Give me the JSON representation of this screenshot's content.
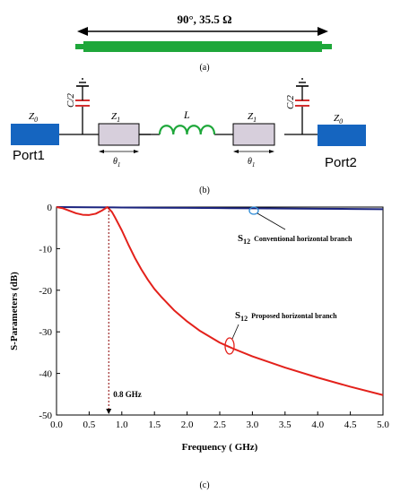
{
  "figure_a": {
    "line_label": "90°, 35.5 Ω",
    "caption": "(a)",
    "line_color": "#1ea73a"
  },
  "figure_b": {
    "caption": "(b)",
    "port1_label": "Port1",
    "port2_label": "Port2",
    "z0_label": "Z",
    "z0_sub": "0",
    "z1_label": "Z",
    "z1_sub": "1",
    "theta_label": "θ",
    "theta_sub": "1",
    "inductor_label": "L",
    "cap_label": "C/2",
    "port_color": "#1565c0",
    "inductor_color": "#1ea73a",
    "cap_color": "#d32f2f"
  },
  "figure_c": {
    "caption": "(c)",
    "annotation_conventional_s": "S",
    "annotation_conventional_sub": "12",
    "annotation_conventional": "Conventional horizontal branch",
    "annotation_proposed_s": "S",
    "annotation_proposed_sub": "12",
    "annotation_proposed": "Proposed horizontal branch",
    "marker_label": "0.8 GHz"
  },
  "chart_data": {
    "type": "line",
    "xlabel": "Frequency ( GHz)",
    "ylabel": "S-Parameters (dB)",
    "xlim": [
      0.0,
      5.0
    ],
    "ylim": [
      -50,
      0
    ],
    "xticks": [
      "0.0",
      "0.5",
      "1.0",
      "1.5",
      "2.0",
      "2.5",
      "3.0",
      "3.5",
      "4.0",
      "4.5",
      "5.0"
    ],
    "yticks": [
      "0",
      "-10",
      "-20",
      "-30",
      "-40",
      "-50"
    ],
    "grid": false,
    "series": [
      {
        "name": "S12 Conventional horizontal branch",
        "color": "#1a237e",
        "x": [
          0.0,
          0.5,
          1.0,
          1.5,
          2.0,
          2.5,
          3.0,
          3.5,
          4.0,
          4.5,
          5.0
        ],
        "y": [
          0.0,
          -0.05,
          -0.1,
          -0.15,
          -0.2,
          -0.25,
          -0.3,
          -0.35,
          -0.4,
          -0.45,
          -0.5
        ]
      },
      {
        "name": "S12 Proposed horizontal branch",
        "color": "#e3211b",
        "x": [
          0.0,
          0.1,
          0.2,
          0.3,
          0.4,
          0.5,
          0.6,
          0.7,
          0.78,
          0.85,
          0.9,
          1.0,
          1.1,
          1.2,
          1.3,
          1.4,
          1.5,
          1.6,
          1.8,
          2.0,
          2.2,
          2.5,
          2.7,
          3.0,
          3.5,
          4.0,
          4.5,
          5.0
        ],
        "y": [
          0.0,
          -0.3,
          -0.9,
          -1.5,
          -1.85,
          -1.9,
          -1.6,
          -0.8,
          0.0,
          -1.2,
          -2.6,
          -5.6,
          -9.0,
          -12.2,
          -15.0,
          -17.5,
          -19.7,
          -21.5,
          -24.8,
          -27.5,
          -29.8,
          -32.6,
          -34.0,
          -35.9,
          -38.6,
          -41.0,
          -43.2,
          -45.2
        ]
      }
    ],
    "marker_x": 0.8
  }
}
